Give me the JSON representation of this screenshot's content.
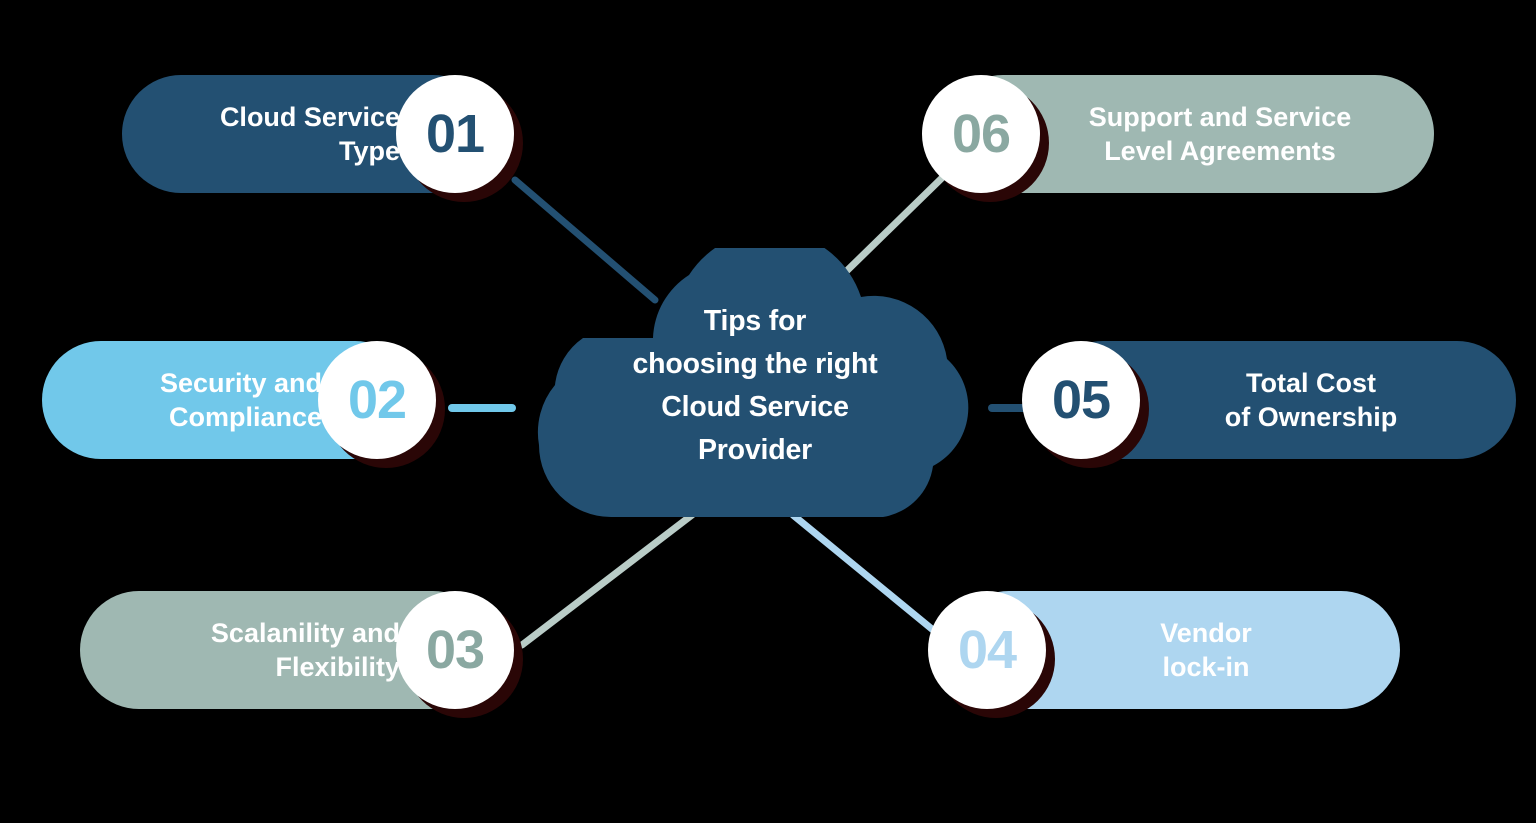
{
  "diagram": {
    "title": "Tips for choosing the right Cloud Service Provider",
    "background_color": "#000000",
    "shadow_color": "#2a0606",
    "center": {
      "shape": "cloud",
      "fill": "#235072",
      "text_color": "#ffffff",
      "lines": [
        "Tips for",
        "choosing the right",
        "Cloud Service",
        "Provider"
      ]
    },
    "items": [
      {
        "number": "01",
        "lines": [
          "Cloud Service",
          "Type"
        ],
        "label": "Cloud Service Type",
        "pill_color": "#235072",
        "number_color": "#235072",
        "connector_color": "#235072",
        "side": "left"
      },
      {
        "number": "02",
        "lines": [
          "Security and",
          "Compliance"
        ],
        "label": "Security and Compliance",
        "pill_color": "#71c8ea",
        "number_color": "#71c8ea",
        "connector_color": "#71c8ea",
        "side": "left"
      },
      {
        "number": "03",
        "lines": [
          "Scalanility and",
          "Flexibility"
        ],
        "label": "Scalanility and Flexibility",
        "pill_color": "#9fb8b2",
        "number_color": "#8aa8a1",
        "connector_color": "#b9ccc7",
        "side": "left"
      },
      {
        "number": "04",
        "lines": [
          "Vendor",
          "lock-in"
        ],
        "label": "Vendor lock-in",
        "pill_color": "#aed6f0",
        "number_color": "#aed6f0",
        "connector_color": "#aed6f0",
        "side": "right"
      },
      {
        "number": "05",
        "lines": [
          "Total Cost",
          "of Ownership"
        ],
        "label": "Total Cost of Ownership",
        "pill_color": "#235072",
        "number_color": "#235072",
        "connector_color": "#235072",
        "side": "right"
      },
      {
        "number": "06",
        "lines": [
          "Support and Service",
          "Level Agreements"
        ],
        "label": "Support and Service Level Agreements",
        "pill_color": "#9fb8b2",
        "number_color": "#8aa8a1",
        "connector_color": "#b9ccc7",
        "side": "right"
      }
    ]
  }
}
